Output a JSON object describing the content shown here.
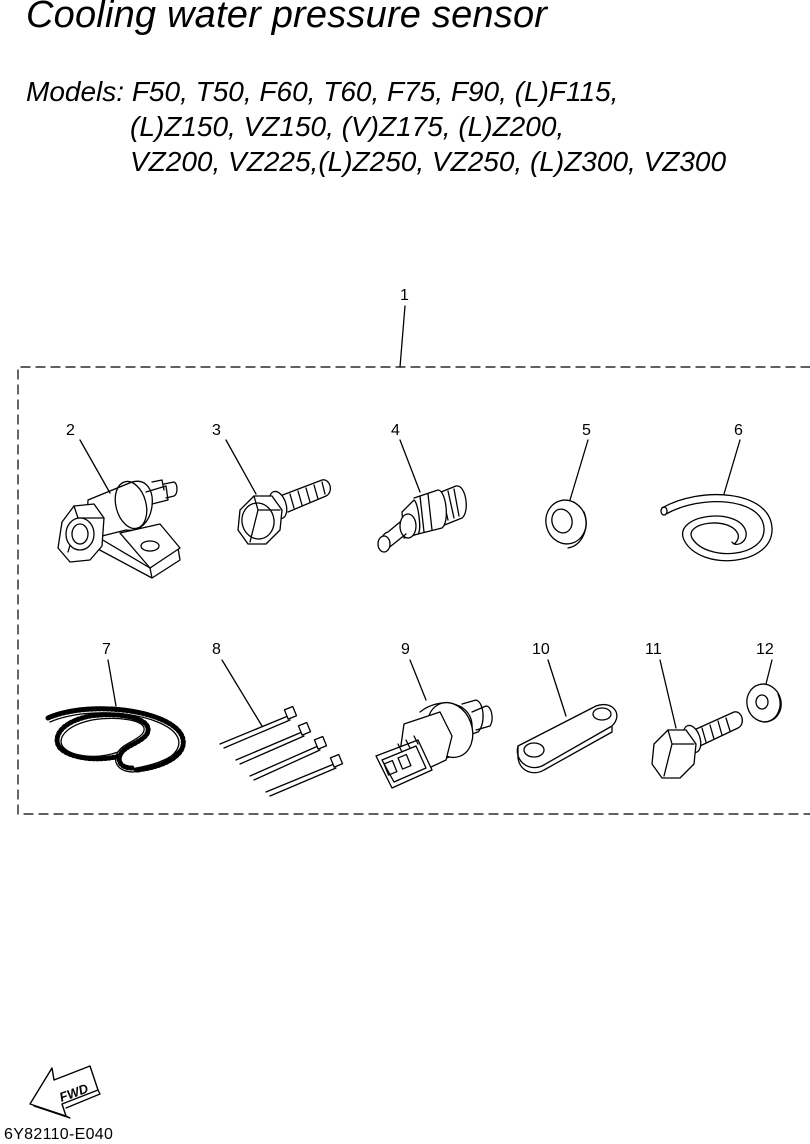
{
  "title": "Cooling water pressure sensor",
  "models": {
    "line1": "Models: F50, T50, F60, T60, F75, F90, (L)F115,",
    "line2": "(L)Z150, VZ150, (V)Z175, (L)Z200,",
    "line3": "VZ200, VZ225,(L)Z250, VZ250, (L)Z300, VZ300"
  },
  "callouts": {
    "c1": "1",
    "c2": "2",
    "c3": "3",
    "c4": "4",
    "c5": "5",
    "c6": "6",
    "c7": "7",
    "c8": "8",
    "c9": "9",
    "c10": "10",
    "c11": "11",
    "c12": "12"
  },
  "fwd_label": "FWD",
  "drawing_code": "6Y82110-E040"
}
